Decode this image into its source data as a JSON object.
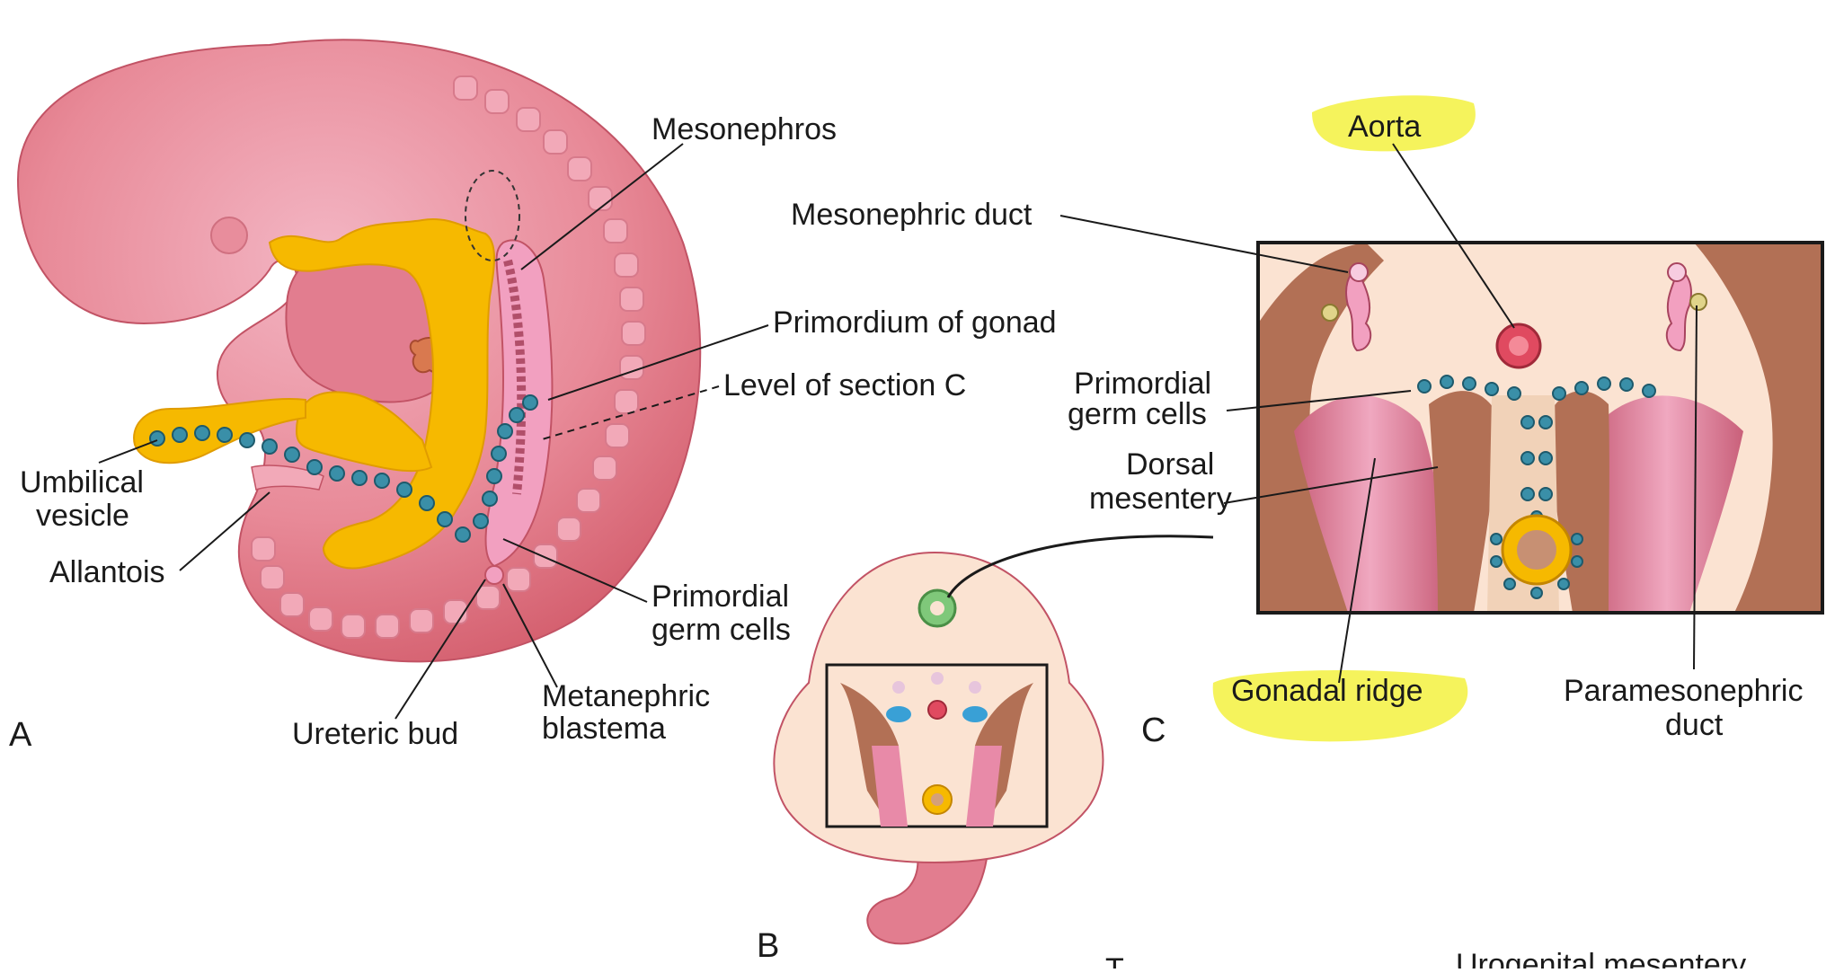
{
  "panel_a": {
    "letter": "A",
    "labels": {
      "mesonephros": "Mesonephros",
      "primordium_gonad": "Primordium of gonad",
      "level_section": "Level of section C",
      "umbilical_1": "Umbilical",
      "umbilical_2": "vesicle",
      "allantois": "Allantois",
      "pgc_1": "Primordial",
      "pgc_2": "germ cells",
      "ureteric_bud": "Ureteric bud",
      "metanephric_1": "Metanephric",
      "metanephric_2": "blastema"
    }
  },
  "panel_b": {
    "letter": "B"
  },
  "panel_c": {
    "letter": "C",
    "labels": {
      "aorta": "Aorta",
      "mesonephric_duct": "Mesonephric duct",
      "pgc_1": "Primordial",
      "pgc_2": "germ cells",
      "dorsal_1": "Dorsal",
      "dorsal_2": "mesentery",
      "gonadal_ridge": "Gonadal ridge",
      "paramesonephric_1": "Paramesonephric",
      "paramesonephric_2": "duct"
    }
  },
  "footer": {
    "cut_text_left": "T",
    "cut_text_right": "Urogenital mesentery"
  },
  "colors": {
    "embryo_pink": "#e0707e",
    "yolk_yellow": "#f6b900",
    "highlight": "#f4f24a",
    "germ_cell": "#3a8fa8",
    "tissue_brown": "#b27055",
    "background_cream": "#fbe3d2"
  }
}
